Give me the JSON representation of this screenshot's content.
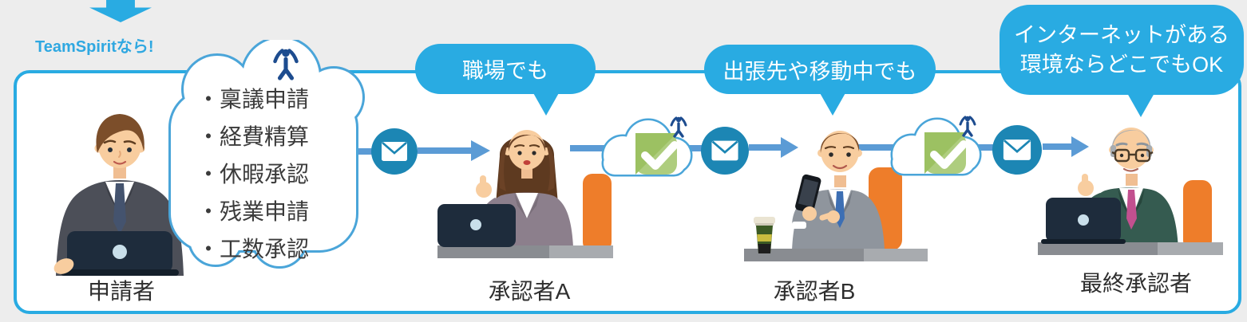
{
  "header": {
    "title": "TeamSpiritなら!",
    "arrow_icon": "down-arrow"
  },
  "panel": {
    "request_cloud": {
      "logo_icon": "teamspirit-logo",
      "items": [
        "・稟議申請",
        "・経費精算",
        "・休暇承認",
        "・残業申請",
        "・工数承認"
      ]
    },
    "speech_bubbles": [
      {
        "text": "職場でも"
      },
      {
        "text": "出張先や移動中でも"
      },
      {
        "line1": "インターネットがある",
        "line2": "環境ならどこでもOK"
      }
    ],
    "actors": [
      {
        "label": "申請者"
      },
      {
        "label": "承認者A"
      },
      {
        "label": "承認者B"
      },
      {
        "label": "最終承認者"
      }
    ],
    "icons": {
      "mail": "mail-icon",
      "cloud_check": "cloud-check-icon"
    }
  },
  "colors": {
    "accent_blue": "#29abe2",
    "flow_arrow_blue": "#5b9bd5",
    "mail_circle_blue": "#1c86b4",
    "check_green": "#a5c76a",
    "logo_navy": "#1d4c8f",
    "chair_orange": "#ee7d2a"
  }
}
